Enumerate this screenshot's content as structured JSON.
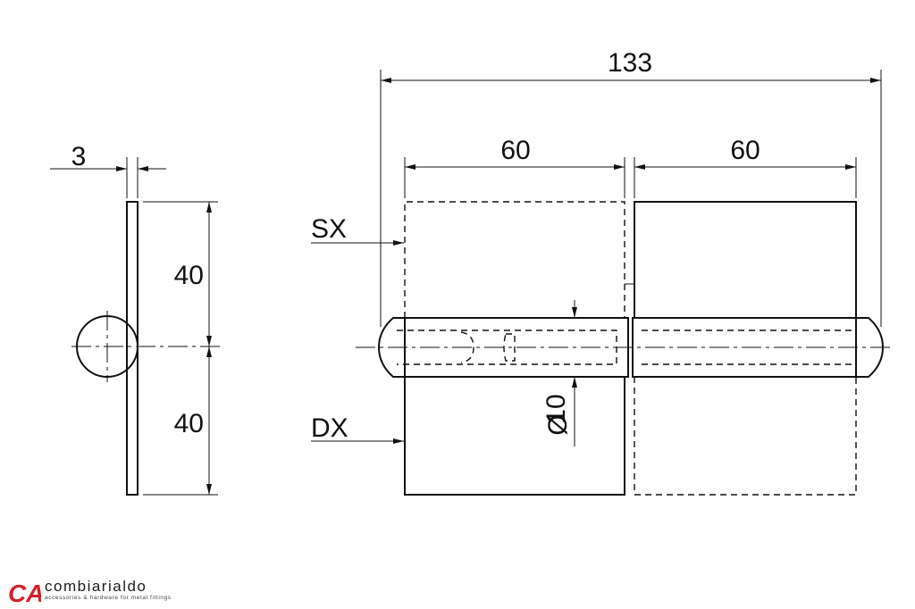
{
  "dimensions": {
    "total_length": "133",
    "leaf_left_width": "60",
    "leaf_right_width": "60",
    "thickness": "3",
    "upper_height": "40",
    "lower_height": "40",
    "pin_diameter": "10",
    "diameter_symbol": "Ø"
  },
  "labels": {
    "left_hand": "SX",
    "right_hand": "DX"
  },
  "logo": {
    "mark": "CA",
    "name": "combiarialdo",
    "tagline": "accessories & hardware for metal fittings",
    "color": "#d0222a"
  }
}
